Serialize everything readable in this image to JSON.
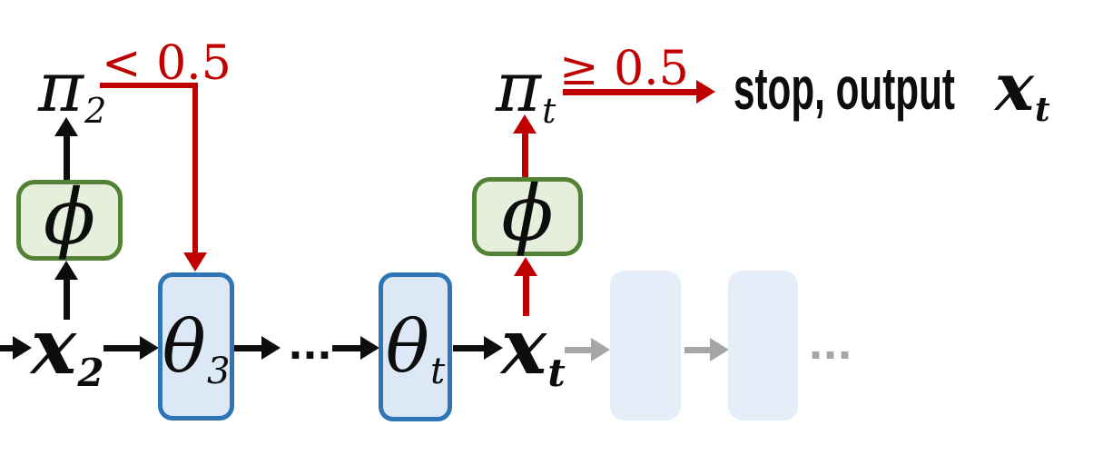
{
  "colors": {
    "red": "#c00000",
    "gray": "#a6a6a6",
    "blue_border": "#2e75b6",
    "blue_fill": "#dce8f5",
    "blue_fill_faded": "#e4edf8",
    "green_border": "#548235",
    "green_fill": "#e5efdb"
  },
  "nodes": {
    "theta3": {
      "symbol": "θ",
      "sub": "3"
    },
    "theta_t": {
      "symbol": "θ",
      "sub": "t"
    },
    "phi_left": {
      "symbol": "ϕ"
    },
    "phi_right": {
      "symbol": "ϕ"
    }
  },
  "variables": {
    "x2": {
      "symbol": "x",
      "sub": "2"
    },
    "xt": {
      "symbol": "x",
      "sub": "t"
    },
    "pi2": {
      "symbol": "π",
      "sub": "2"
    },
    "pit": {
      "symbol": "π",
      "sub": "t"
    }
  },
  "annotations": {
    "lt_threshold": "< 0.5",
    "ge_threshold": "≥ 0.5",
    "stop_text": "stop, output",
    "stop_var": {
      "symbol": "x",
      "sub": "t"
    },
    "ellipsis_mid": "...",
    "ellipsis_future": "..."
  }
}
